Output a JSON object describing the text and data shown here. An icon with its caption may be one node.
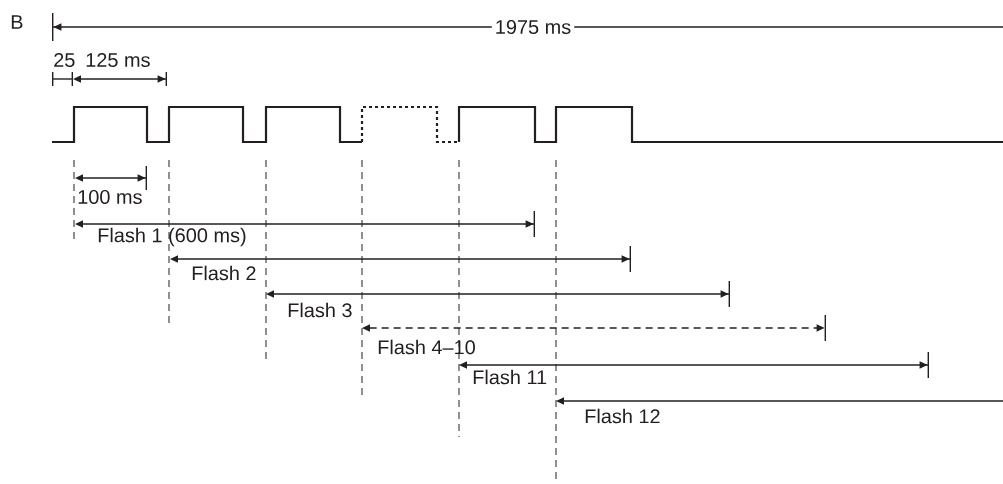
{
  "diagram": {
    "labels": [
      "B",
      "1975 ms",
      "25",
      "125 ms",
      "100 ms",
      "Flash 1 (600 ms)",
      "Flash 2",
      "Flash 3",
      "Flash 4–10",
      "Flash 11",
      "Flash 12"
    ]
  }
}
